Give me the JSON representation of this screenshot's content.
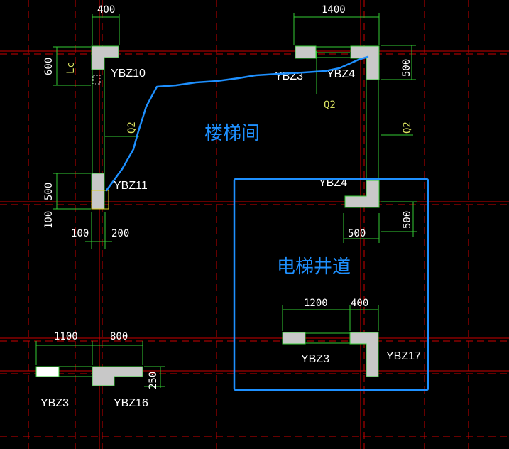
{
  "colors": {
    "background": "#000000",
    "grid": "#cc0000",
    "wall_fill": "#c8c8c8",
    "wall_outline": "#33cc33",
    "dim_line": "#33cc33",
    "text": "#ffffff",
    "label_yellow": "#d8e060",
    "annotation_blue": "#1e90ff"
  },
  "dimensions": {
    "d400_top_left": "400",
    "d1400_top_right": "1400",
    "d600_left": "600",
    "d500_right_upper": "500",
    "d500_left_lower": "500",
    "d100_left": "100",
    "d100_bottom": "100",
    "d200_bottom": "200",
    "d500_mid": "500",
    "d500_right_lower": "500",
    "d1200": "1200",
    "d400_elev": "400",
    "d1100": "1100",
    "d800": "800",
    "d250": "250"
  },
  "labels": {
    "lc": "Lc",
    "q2_left": "Q2",
    "q2_mid": "Q2",
    "q2_right": "Q2",
    "ybz10": "YBZ10",
    "ybz11": "YBZ11",
    "ybz3_top": "YBZ3",
    "ybz4_top": "YBZ4",
    "ybz4_mid": "YBZ4",
    "ybz3_elev": "YBZ3",
    "ybz17": "YBZ17",
    "ybz3_bottom": "YBZ3",
    "ybz16": "YBZ16"
  },
  "annotations": {
    "stairwell": "楼梯间",
    "elevator_shaft": "电梯井道"
  }
}
